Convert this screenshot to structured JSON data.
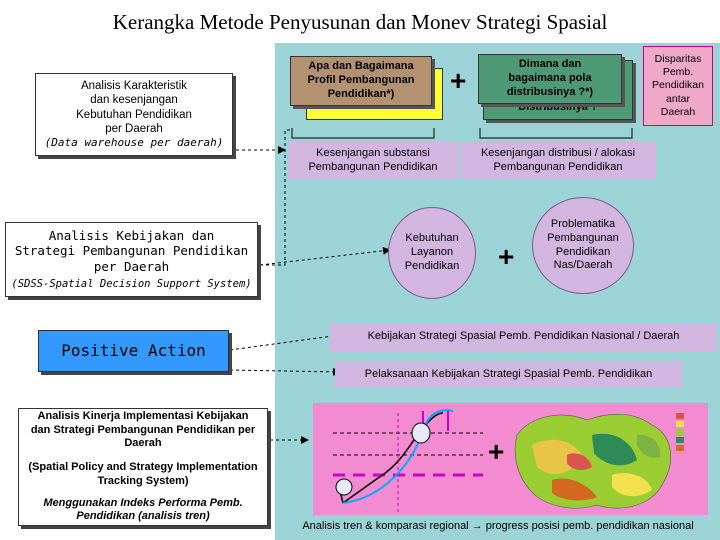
{
  "title": "Kerangka Metode Penyusunan dan Monev Strategi Spasial",
  "left": {
    "box1": {
      "lines": [
        "Analisis Karakteristik",
        "dan kesenjangan",
        "Kebutuhan Pendidikan",
        "per Daerah"
      ],
      "italic": "(Data warehouse per daerah)"
    },
    "box2": {
      "lines": [
        "Analisis Kebijakan dan",
        "Strategi Pembangunan Pendidikan",
        "per Daerah"
      ],
      "italic": "(SDSS-Spatial Decision Support System)"
    },
    "positive_action": "Positive Action",
    "box3": {
      "lines": [
        "Analisis Kinerja Implementasi Kebijakan",
        "dan Strategi Pembangunan Pendidikan per",
        "Daerah"
      ],
      "mid": [
        "(Spatial Policy and Strategy Implementation",
        "Tracking System)"
      ],
      "italic": [
        "Menggunakan Indeks Performa Pemb.",
        "Pendidikan (analisis tren)"
      ]
    }
  },
  "right": {
    "yellow_hidden": "Pendidikan",
    "brown": [
      "Apa dan Bagaimana",
      "Profil Pembangunan",
      "Pendidikan*)"
    ],
    "green": [
      "Dimana dan",
      "bagaimana pola",
      "distribusinya ?*)"
    ],
    "green_hidden": "Distribusinya ?",
    "disparitas": [
      "Disparitas",
      "Pemb.",
      "Pendidikan",
      "antar",
      "Daerah"
    ],
    "kesenjangan_substansi": [
      "Kesenjangan substansi",
      "Pembangunan Pendidikan"
    ],
    "kesenjangan_distribusi": [
      "Kesenjangan distribusi / alokasi",
      "Pembangunan Pendidikan"
    ],
    "kebutuhan": [
      "Kebutuhan",
      "Layanon",
      "Pendidikan"
    ],
    "problematika": [
      "Problematika",
      "Pembangunan",
      "Pendidikan",
      "Nas/Daerah"
    ],
    "kebijakan": "Kebijakan Strategi Spasial Pemb. Pendidikan Nasional / Daerah",
    "pelaksanaan": "Pelaksanaan Kebijakan Strategi Spasial Pemb.  Pendidikan",
    "caption": "Analisis tren & komparasi regional → progress posisi pemb. pendidikan nasional",
    "plus_1": "+",
    "plus_2": "+",
    "plus_3": "+"
  },
  "colors": {
    "panel": "#9cd3d6",
    "brown": "#b39272",
    "green": "#4e9a77",
    "pink": "#f0a8c8",
    "lavender": "#d3b6e0",
    "blue": "#3399ff",
    "yellow": "#ffff33"
  }
}
